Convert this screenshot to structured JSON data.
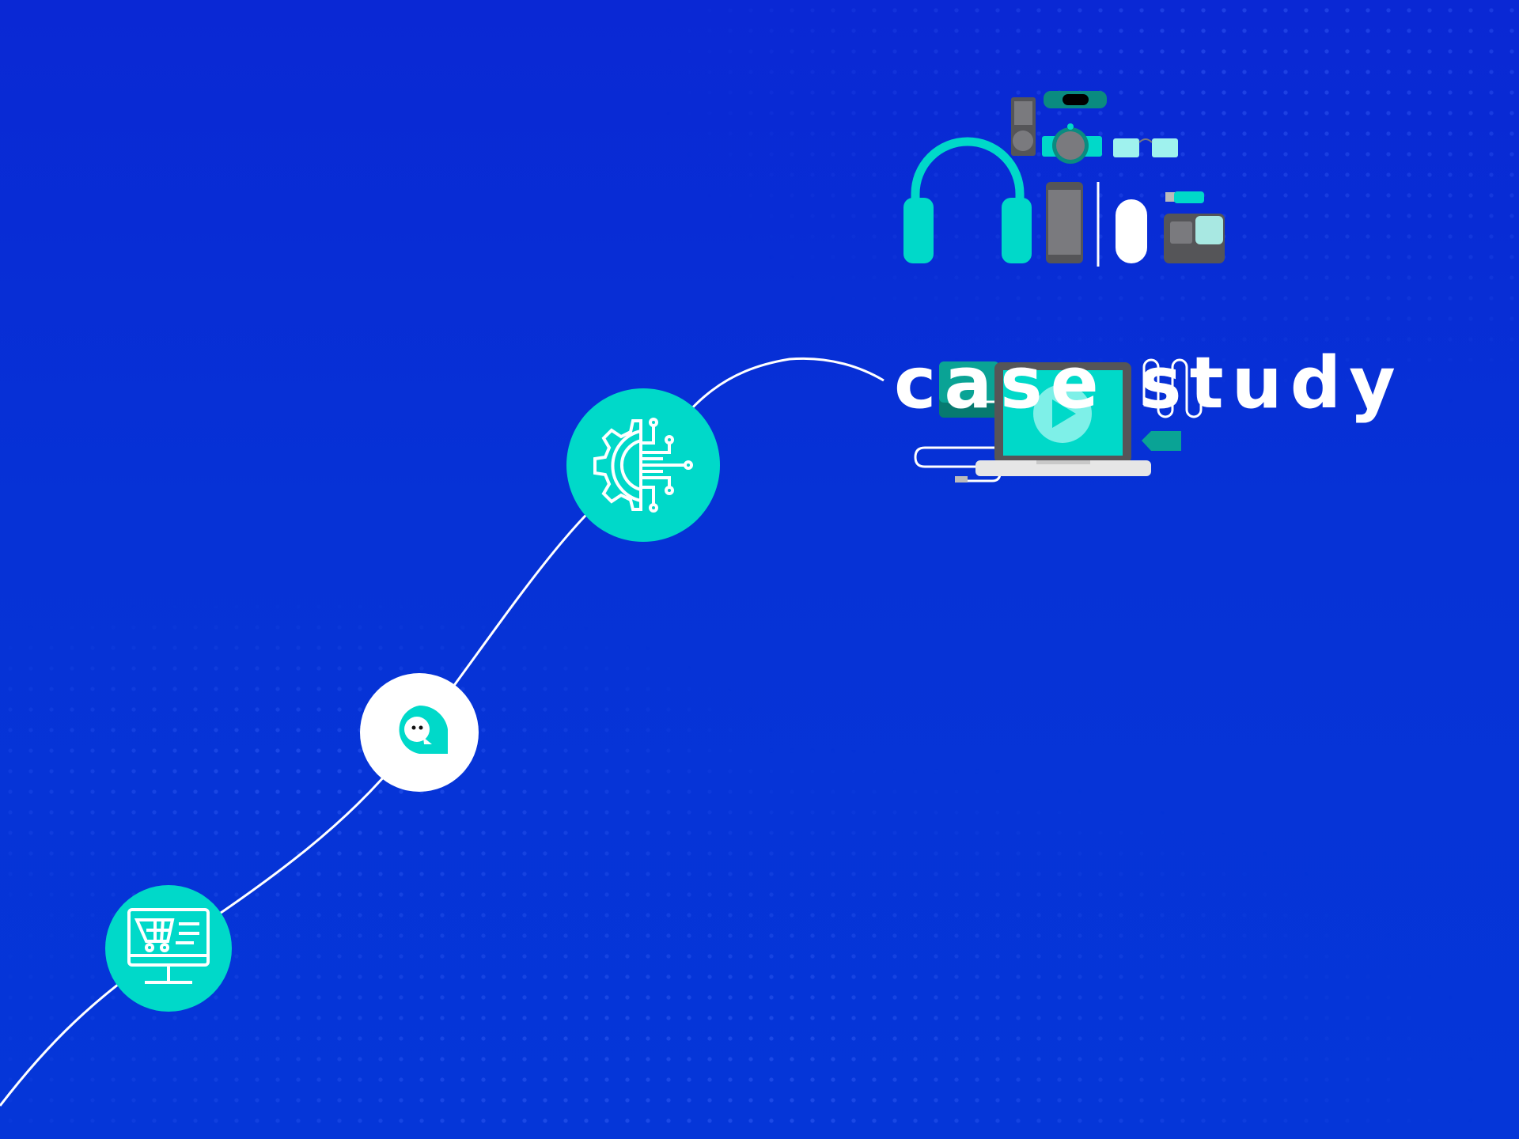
{
  "headline": "case study",
  "colors": {
    "background": "#0632d6",
    "accent": "#00d9c9",
    "white": "#ffffff",
    "device_gray": "#555558"
  },
  "journey_steps": [
    {
      "icon": "shopping-cart-monitor-icon",
      "style": "teal"
    },
    {
      "icon": "chat-bubble-icon",
      "style": "white"
    },
    {
      "icon": "gear-circuit-icon",
      "style": "teal"
    }
  ],
  "illustration_icons": [
    "headphones-icon",
    "music-player-icon",
    "fitness-band-icon",
    "smartwatch-icon",
    "glasses-icon",
    "smartphone-icon",
    "mouse-icon",
    "usb-drive-icon",
    "action-camera-icon",
    "hard-drive-icon",
    "laptop-play-icon",
    "cable-icon",
    "price-tag-icon"
  ]
}
